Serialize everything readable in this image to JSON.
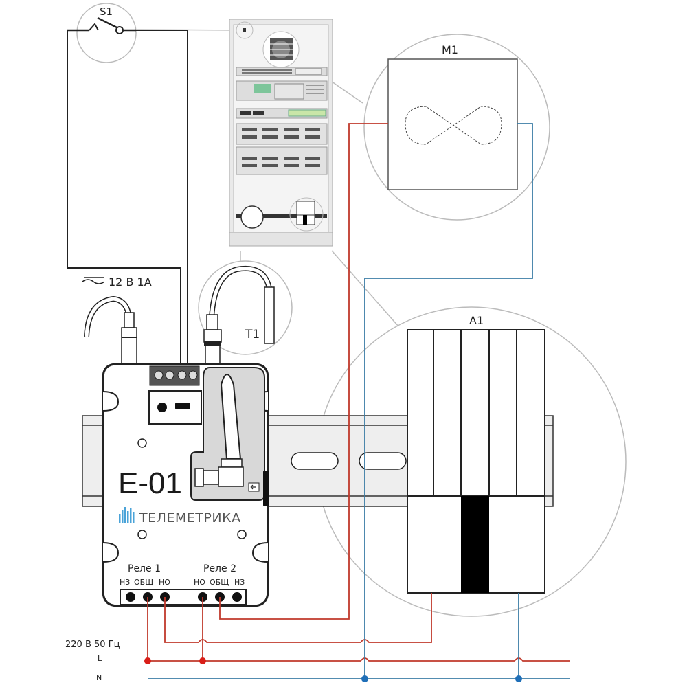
{
  "title": "E-01 connection diagram",
  "colors": {
    "phase_wire": "#c0392b",
    "neutral_wire": "#3a7ca5",
    "brand_blue": "#4aa3d8",
    "callout_circle": "#bbbbbb",
    "rail_fill": "#eeeeee",
    "antenna_panel": "#d8d8d8"
  },
  "components": {
    "switch": {
      "id": "S1",
      "type": "switch"
    },
    "power_supply": {
      "label": "12 В 1А",
      "icon": "ac-dc-icon"
    },
    "temperature_sensor": {
      "id": "T1"
    },
    "motor": {
      "id": "M1"
    },
    "actuator": {
      "id": "A1"
    },
    "device": {
      "model": "E-01",
      "brand": "ТЕЛЕМЕТРИКА",
      "relays": [
        {
          "label": "Реле 1",
          "contacts": [
            "НЗ",
            "ОБЩ",
            "НО"
          ]
        },
        {
          "label": "Реле 2",
          "contacts": [
            "НО",
            "ОБЩ",
            "НЗ"
          ]
        }
      ]
    }
  },
  "mains": {
    "label": "220 В 50 Гц",
    "lines": [
      "L",
      "N"
    ]
  }
}
